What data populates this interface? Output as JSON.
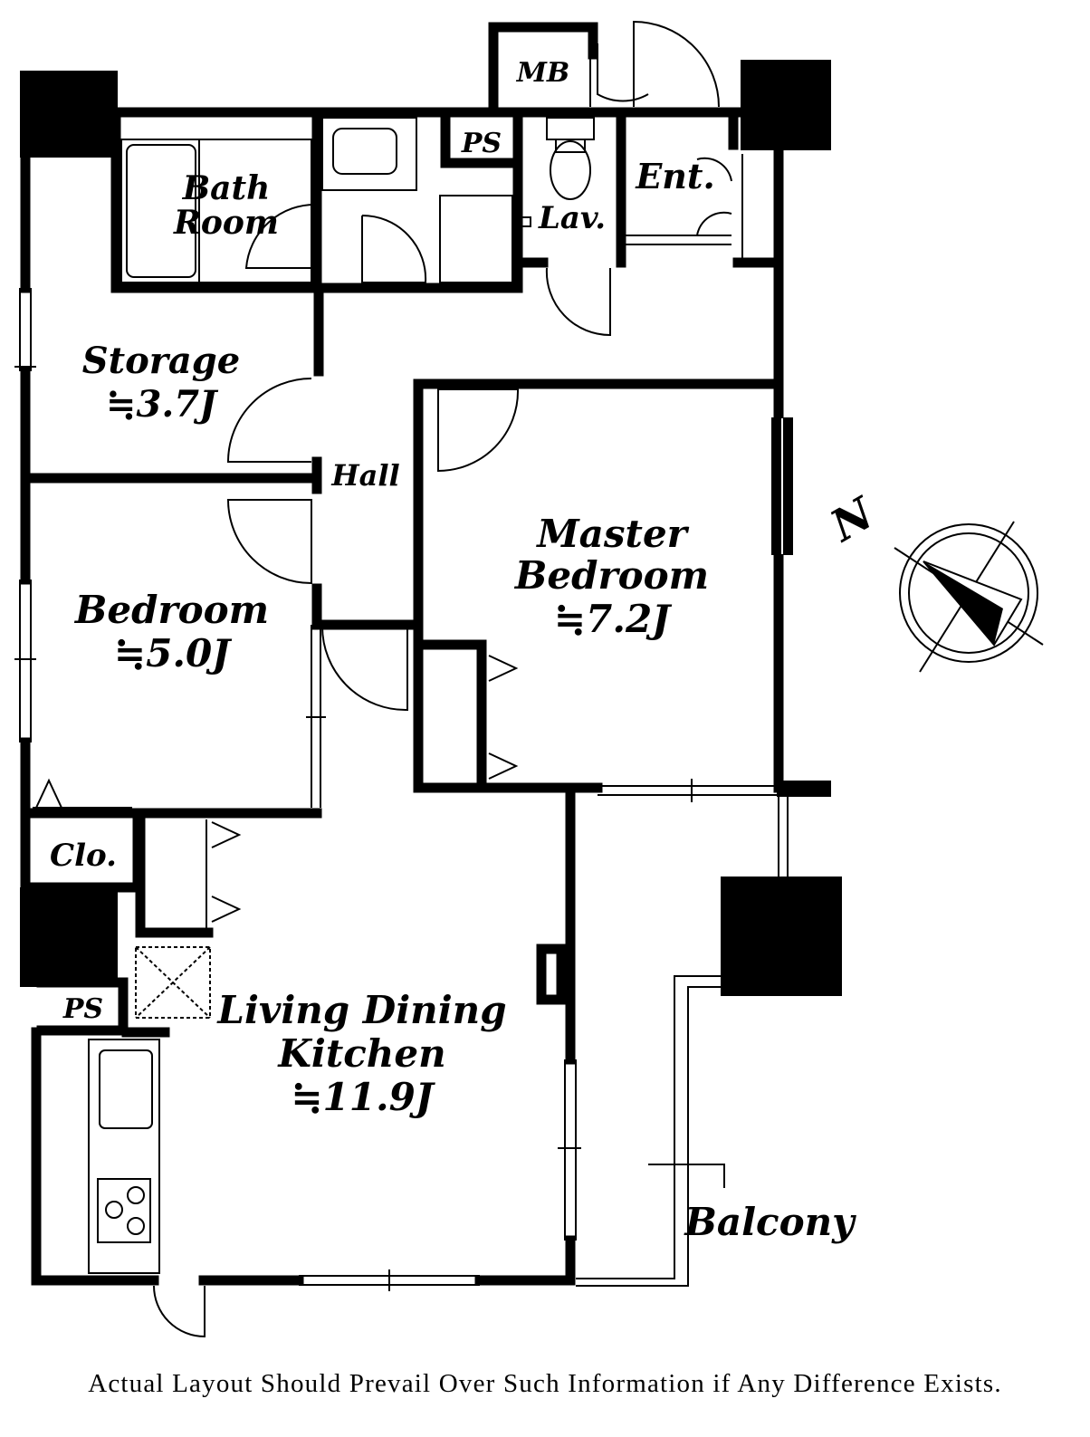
{
  "rooms": {
    "mb": "MB",
    "ps_top": "PS",
    "bath_line1": "Bath",
    "bath_line2": "Room",
    "lav": "Lav.",
    "ent": "Ent.",
    "storage": "Storage",
    "storage_area": "≒3.7J",
    "hall": "Hall",
    "master_line1": "Master",
    "master_line2": "Bedroom",
    "master_area": "≒7.2J",
    "bedroom": "Bedroom",
    "bedroom_area": "≒5.0J",
    "clo": "Clo.",
    "ps_bottom": "PS",
    "ldk_line1": "Living Dining",
    "ldk_line2": "Kitchen",
    "ldk_area": "≒11.9J",
    "balcony": "Balcony"
  },
  "compass": {
    "north": "N"
  },
  "footer": {
    "disclaimer": "Actual Layout Should Prevail Over Such Information if Any Difference Exists."
  }
}
